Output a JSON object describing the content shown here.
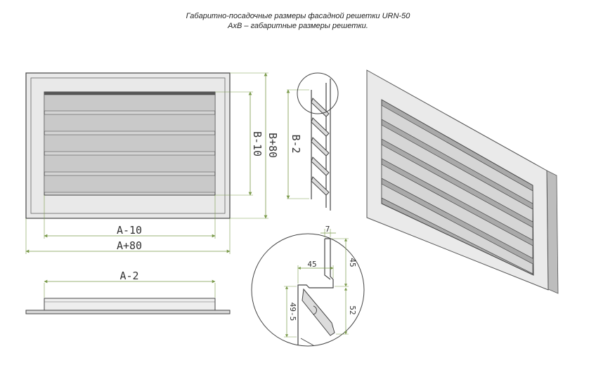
{
  "header": {
    "title": "Габаритно-посадочные размеры фасадной решетки URN-50",
    "subtitle": "AxB – габаритные размеры решетки."
  },
  "dimensions": {
    "a_minus_10": "A-10",
    "a_plus_80": "A+80",
    "b_plus_80": "B+80",
    "b_minus_10": "B-10",
    "b_minus_2": "B-2",
    "a_minus_2": "A-2",
    "d7": "7",
    "d45_h": "45",
    "d45_v": "45",
    "d52": "52",
    "d49_5": "49-5"
  },
  "colors": {
    "line": "#444444",
    "dim_line": "#7a9a4a",
    "frame_fill": "#e9e9e9",
    "blade_fill": "#c9c9c9"
  }
}
